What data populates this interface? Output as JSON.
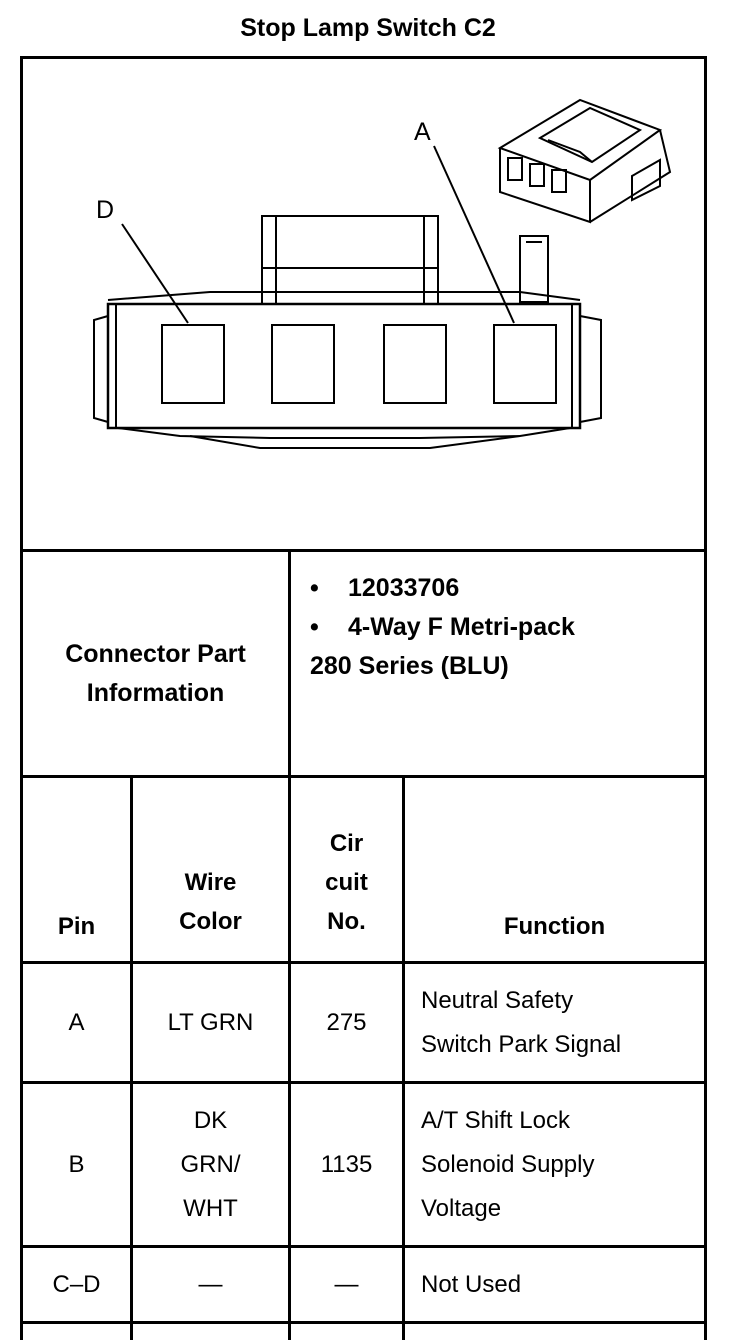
{
  "title": "Stop Lamp Switch C2",
  "diagram": {
    "labels": {
      "pin_a": "A",
      "pin_d": "D"
    }
  },
  "connector_info": {
    "label_line1": "Connector Part",
    "label_line2": "Information",
    "bullet_char": "•",
    "items": [
      "12033706",
      "4-Way F Metri-pack"
    ],
    "extra_line": "280 Series (BLU)"
  },
  "table": {
    "headers": {
      "pin": "Pin",
      "wire_color": [
        "Wire",
        "Color"
      ],
      "circuit": [
        "Cir",
        "cuit",
        "No."
      ],
      "function": "Function"
    },
    "rows": [
      {
        "pin": "A",
        "wire_color": [
          "LT GRN"
        ],
        "circuit": "275",
        "function": [
          "Neutral Safety",
          "Switch Park Signal"
        ]
      },
      {
        "pin": "B",
        "wire_color": [
          "DK",
          "GRN/",
          "WHT"
        ],
        "circuit": "1135",
        "function": [
          "A/T Shift Lock",
          "Solenoid Supply",
          "Voltage"
        ]
      },
      {
        "pin": "C–D",
        "wire_color": [
          "—"
        ],
        "circuit": "—",
        "function": [
          "Not Used"
        ]
      }
    ]
  }
}
